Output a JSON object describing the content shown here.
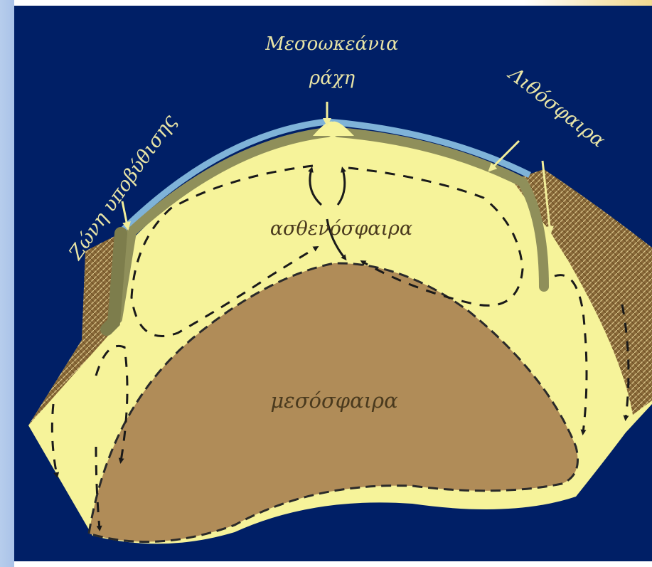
{
  "labels": {
    "ridge_line1": "Μεσοωκεάνια",
    "ridge_line2": "ράχη",
    "subduction": "Ζώνη υποβύθισης",
    "lithosphere": "Λιθόσφαιρα",
    "asthenosphere": "ασθενόσφαιρα",
    "mesosphere": "μεσόσφαιρα"
  },
  "colors": {
    "ocean_background": "#001f66",
    "asthenosphere": "#f6f39a",
    "mesosphere": "#b08c58",
    "lithosphere_plate": "#8f8f5a",
    "seawater_edge": "#7fb3d8",
    "crust_hatch": "#8a6a3a",
    "label_text": "#e8e4a6",
    "arrow": "#1a1a1a"
  },
  "icons": {
    "ridge_pointer": "arrow-down-icon",
    "subduction_pointer": "arrow-down-icon",
    "lithosphere_pointer": "arrow-pointer-icon",
    "flow_arrows": "flow-arrow-icon"
  }
}
